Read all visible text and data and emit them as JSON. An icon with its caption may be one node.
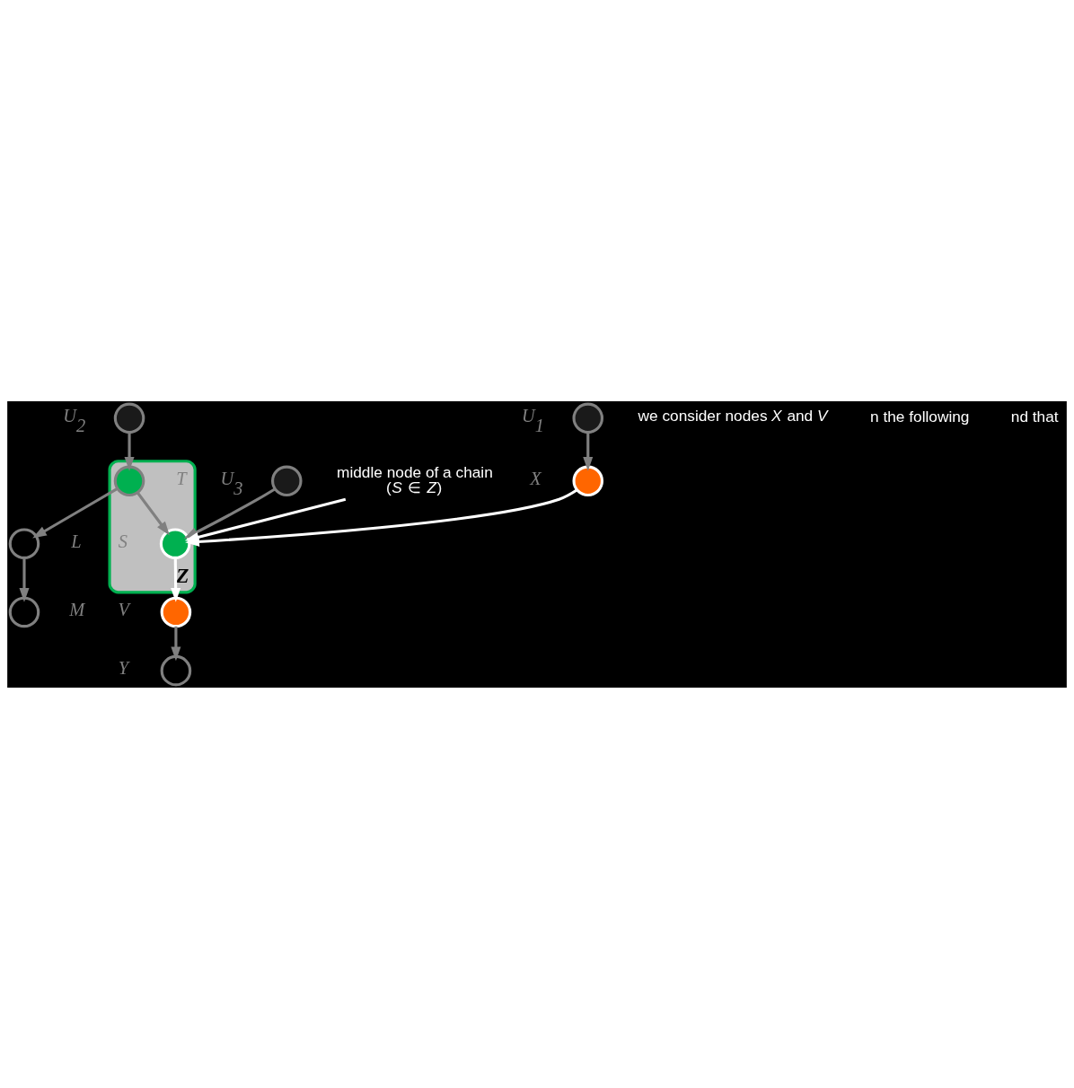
{
  "diagram": {
    "nodes": [
      {
        "text": [],
        "shape": "circle",
        "beside": [
          "U$_{1}$"
        ]
      },
      {
        "text": [],
        "shape": "circle",
        "beside": [
          "X"
        ]
      },
      {
        "text": [],
        "shape": "circle",
        "beside": [
          "U$_{2}$"
        ]
      },
      {
        "text": [
          "Z"
        ]
      },
      {
        "text": [],
        "shape": "circle",
        "beside": [
          "T"
        ],
        "in": 3
      },
      {
        "text": [],
        "shape": "circle",
        "beside": [
          "S"
        ],
        "in": 3
      },
      {
        "text": [],
        "shape": "circle",
        "beside": [
          "U$_{3}$"
        ]
      },
      {
        "text": [],
        "shape": "circle",
        "beside": [
          "L"
        ]
      },
      {
        "text": [],
        "shape": "circle",
        "beside": [
          "M"
        ]
      },
      {
        "text": [],
        "shape": "circle",
        "beside": [
          "V"
        ]
      },
      {
        "text": [],
        "shape": "circle",
        "beside": [
          "Y"
        ]
      },
      {
        "text": [
          "middle node of a chain",
          "(*S* ∈ *Z*)"
        ]
      }
    ],
    "edges": [
      {
        "from": 0,
        "to": 1,
        "arrow": "to"
      },
      {
        "from": 1,
        "to": 5,
        "arrow": "to",
        "color": "#ffffff"
      },
      {
        "from": 2,
        "to": 4,
        "arrow": "to"
      },
      {
        "from": 4,
        "to": 5,
        "arrow": "to"
      },
      {
        "from": 4,
        "to": 7,
        "arrow": "to"
      },
      {
        "from": 6,
        "to": 5,
        "arrow": "to"
      },
      {
        "from": 5,
        "to": 9,
        "arrow": "to",
        "color": "#ffffff"
      },
      {
        "from": 7,
        "to": 8,
        "arrow": "to"
      },
      {
        "from": 9,
        "to": 10,
        "arrow": "to"
      },
      {
        "from": 11,
        "to": 5,
        "arrow": "to",
        "color": "#ffffff"
      }
    ],
    "labels": [
      "we consider nodes *X* and *V*",
      "n the following",
      "nd that"
    ]
  }
}
